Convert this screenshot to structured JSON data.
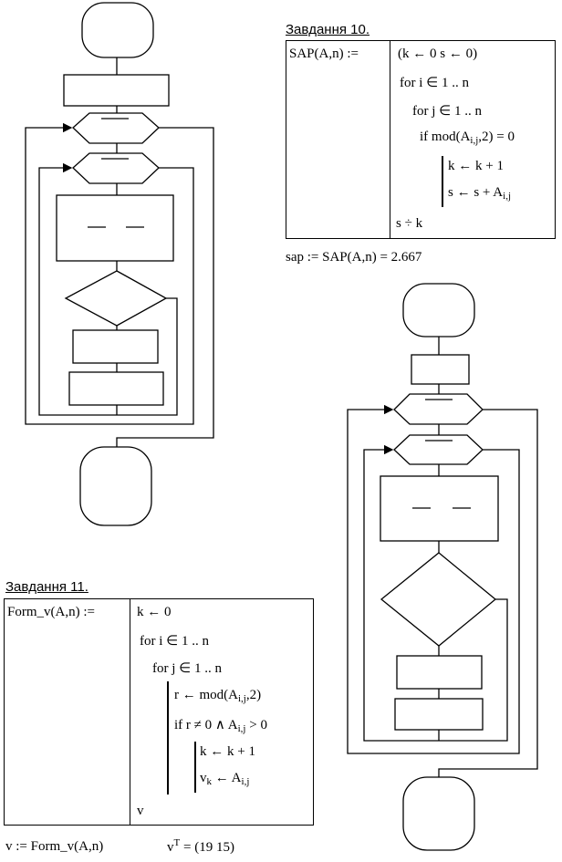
{
  "task10": {
    "title": "Завдання 10.",
    "signature": "SAP(A,n) :=",
    "lines": [
      "(k ← 0   s ← 0)",
      "for  i ∈ 1 .. n",
      "for  j ∈ 1 .. n",
      "if  mod(A",
      "i,j",
      ",2) = 0",
      "k ← k + 1",
      "s ← s + A",
      "i,j",
      "s ÷ k"
    ],
    "result": "sap := SAP(A,n) = 2.667"
  },
  "task11": {
    "title": "Завдання 11.",
    "signature": "Form_v(A,n) :=",
    "lines": [
      "k ← 0",
      "for  i ∈ 1 .. n",
      "for  j ∈ 1 .. n",
      "r ← mod(A",
      "i,j",
      ",2)",
      "if  r ≠ 0 ∧ A",
      "i,j",
      " > 0",
      "k ← k + 1",
      "v",
      "k",
      " ← A",
      "i,j",
      "v"
    ],
    "result_left": "v := Form_v(A,n)",
    "result_right_base": "v",
    "result_right_sup": "T",
    "result_right_tail": " = (19   15)"
  }
}
